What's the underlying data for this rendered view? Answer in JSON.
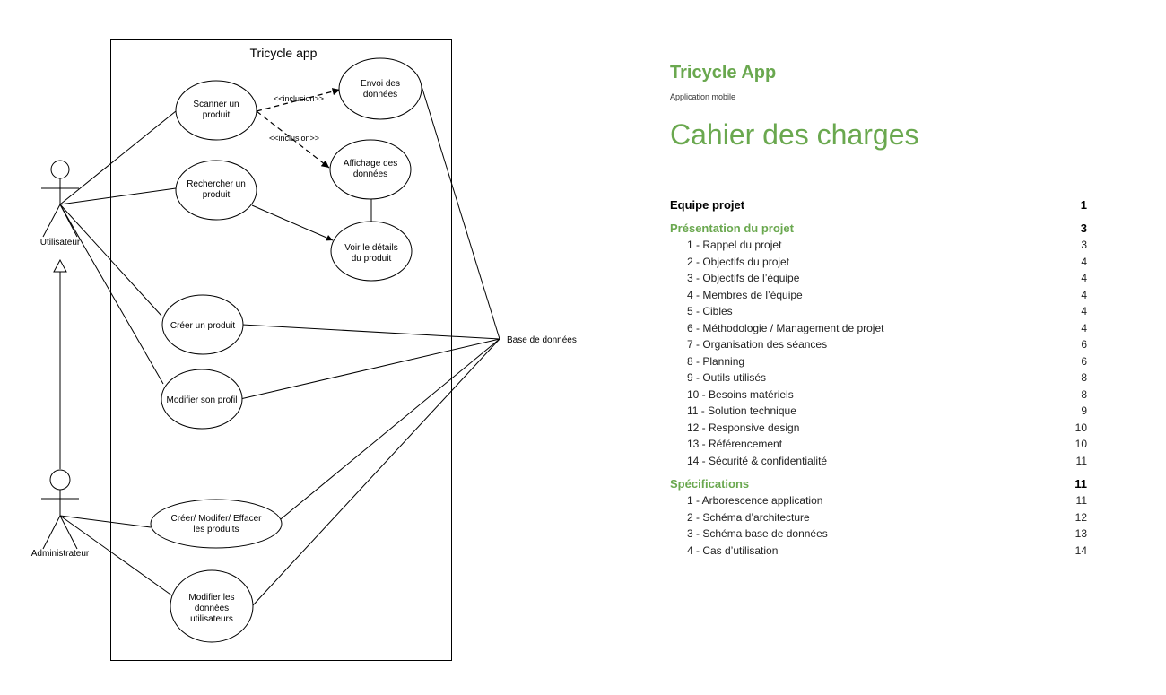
{
  "diagram": {
    "system_title": "Tricycle app",
    "actors": {
      "user": "Utilisateur",
      "admin": "Administrateur"
    },
    "database": "Base de données",
    "use_cases": {
      "scan": [
        "Scanner un",
        "produit"
      ],
      "send": [
        "Envoi des",
        "données"
      ],
      "display": [
        "Affichage des",
        "données"
      ],
      "search": [
        "Rechercher un",
        "produit"
      ],
      "details": [
        "Voir le détails",
        "du produit"
      ],
      "create": [
        "Créer un produit"
      ],
      "profile": [
        "Modifier son profil"
      ],
      "crud": [
        "Créer/ Modifer/ Effacer",
        "les produits"
      ],
      "modify_users": [
        "Modifier les",
        "données",
        "utilisateurs"
      ]
    },
    "relations": {
      "inclusion_1": "<<inclusion>>",
      "inclusion_2": "<<inclusion>>"
    }
  },
  "doc": {
    "app_title": "Tricycle App",
    "app_subtitle": "Application  mobile",
    "title": "Cahier des charges",
    "toc": [
      {
        "label": "Equipe projet",
        "page": "1",
        "green": false,
        "items": []
      },
      {
        "label": "Présentation du projet",
        "page": "3",
        "green": true,
        "items": [
          {
            "label": "1 - Rappel du projet",
            "page": "3"
          },
          {
            "label": "2 - Objectifs du projet",
            "page": "4"
          },
          {
            "label": "3 - Objectifs de l’équipe",
            "page": "4"
          },
          {
            "label": "4 - Membres de l’équipe",
            "page": "4"
          },
          {
            "label": "5 - Cibles",
            "page": "4"
          },
          {
            "label": "6 - Méthodologie / Management de projet",
            "page": "4"
          },
          {
            "label": "7 - Organisation des séances",
            "page": "6"
          },
          {
            "label": "8 - Planning",
            "page": "6"
          },
          {
            "label": "9 - Outils utilisés",
            "page": "8"
          },
          {
            "label": "10 -  Besoins matériels",
            "page": "8"
          },
          {
            "label": "11 - Solution technique",
            "page": "9"
          },
          {
            "label": "12 - Responsive design",
            "page": "10"
          },
          {
            "label": "13 - Référencement",
            "page": "10"
          },
          {
            "label": "14 - Sécurité & confidentialité",
            "page": "11"
          }
        ]
      },
      {
        "label": "Spécifications",
        "page": "11",
        "green": true,
        "items": [
          {
            "label": "1 - Arborescence application",
            "page": "11"
          },
          {
            "label": "2 - Schéma d’architecture",
            "page": "12"
          },
          {
            "label": "3 - Schéma base de données",
            "page": "13"
          },
          {
            "label": "4 - Cas d’utilisation",
            "page": "14"
          }
        ]
      }
    ]
  }
}
